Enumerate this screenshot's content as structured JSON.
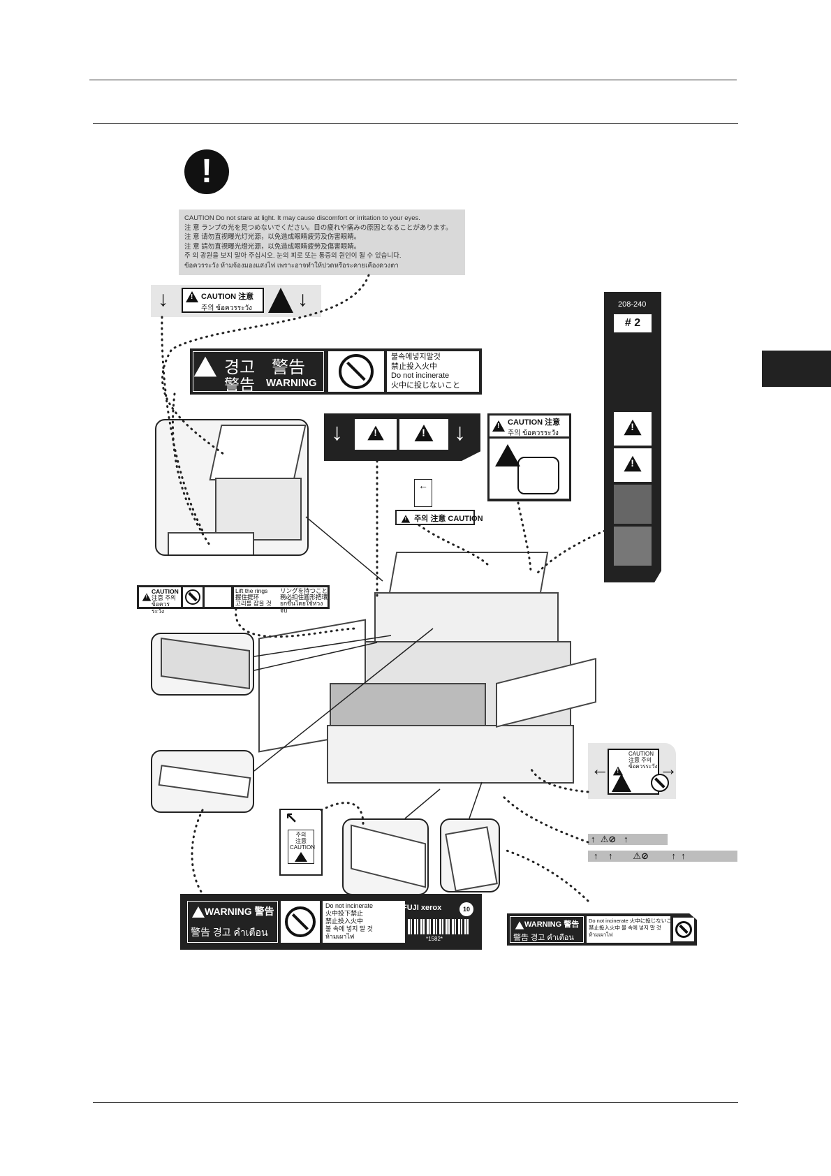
{
  "labels": {
    "stare_caution": {
      "lines": [
        "CAUTION  Do not stare at light. It may cause discomfort or irritation to your eyes.",
        "注 意  ランプの光を見つめないでください。目の疲れや痛みの原因となることがあります。",
        "注 意  请勿直视曝光灯光源，以免造成眼睛疲劳及伤害眼睛。",
        "注 意  請勿直視曝光燈光源，以免造成眼睛疲勞及傷害眼睛。",
        "주 의  광원을 보지 말아 주십시오. 눈의 피로 또는 통증의 원인이 될 수 있습니다.",
        "ข้อควรระวัง  ห้ามจ้องมองแสงไฟ เพราะอาจทำให้ปวดหรือระคายเคืองดวงตา"
      ]
    },
    "pinch_caution": {
      "line1": "CAUTION 注意",
      "line2": "주의  ข้อควรระวัง"
    },
    "incinerate_top": {
      "ko": "경고",
      "zh": "警告",
      "ja": "警告",
      "en": "WARNING",
      "right": [
        "불속에넣지말것",
        "禁止投入火中",
        "Do not incinerate",
        "火中に投じないこと"
      ]
    },
    "pinch_caution_2": {
      "line1": "CAUTION 注意",
      "line2": "주의  ข้อควรระวัง"
    },
    "small_caution": {
      "text": "주의 注意 CAUTION"
    },
    "right_panel": {
      "voltage": "208-240",
      "number": "# 2"
    },
    "lift_rings": {
      "caution": "CAUTION",
      "sub": "注意 주의",
      "sub2": "ข้อควรระวัง",
      "en": "Lift the rings",
      "zh": "握住提环",
      "ko": "고리를 잡을 것",
      "ja": "リングを持つこと",
      "tw": "務必扣住圓形把環",
      "th": "ยกขึ้นโดยใช้ห่วงจับ"
    },
    "side_caution": {
      "line1": "CAUTION",
      "line2": "注意 주의",
      "line3": "ข้อควรระวัง"
    },
    "tray_caution": {
      "l1": "주의",
      "l2": "注意",
      "l3": "CAUTION"
    },
    "warning_bottom": {
      "title": "WARNING 警告",
      "sub": "警告 경고 คำเตือน",
      "right": [
        "Do not incinerate",
        "火中投下禁止",
        "禁止投入火中",
        "불 속에 넣지 말 것",
        "ห้ามเผาไฟ"
      ],
      "brand": "FUJI xerox",
      "barcode": "*1582*",
      "badge": "10"
    },
    "warning_small": {
      "title": "WARNING 警告",
      "sub": "警告 경고 คำเตือน",
      "right": [
        "Do not incinerate  火中に投じないこと",
        "禁止投入火中  불 속에 넣지 말 것",
        "ห้ามเผาไฟ"
      ]
    }
  },
  "icons": {
    "mandatory": "mandatory-action-icon",
    "warning": "warning-triangle-icon",
    "hot": "hot-surface-icon",
    "pinch": "pinch-hand-icon",
    "no_fire": "no-incinerate-icon"
  },
  "colors": {
    "ink": "#222222",
    "gray_label": "#d9d9d9",
    "tab": "#222222"
  }
}
